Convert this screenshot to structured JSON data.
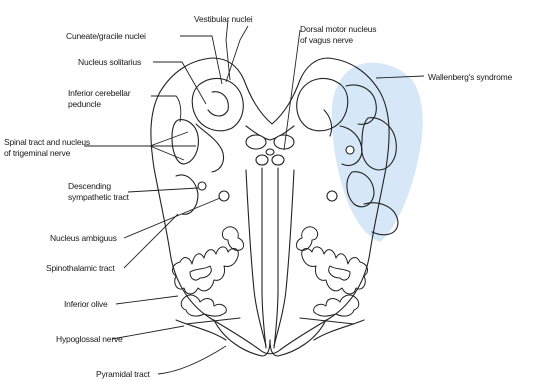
{
  "diagram": {
    "labels": {
      "cuneate_gracile": "Cuneate/gracile nuclei",
      "nucleus_solitarius": "Nucleus solitarius",
      "inferior_cerebellar_1": "Inferior cerebellar",
      "inferior_cerebellar_2": "peduncle",
      "spinal_tract_1": "Spinal tract and nucleus",
      "spinal_tract_2": "of trigeminal nerve",
      "descending_1": "Descending",
      "descending_2": "sympathetic tract",
      "nucleus_ambiguus": "Nucleus ambiguus",
      "spinothalamic": "Spinothalamic tract",
      "inferior_olive": "Inferior olive",
      "hypoglossal": "Hypoglossal nerve",
      "pyramidal": "Pyramidal tract",
      "vestibular": "Vestibular nuclei",
      "dorsal_motor_1": "Dorsal motor nucleus",
      "dorsal_motor_2": "of vagus nerve",
      "wallenberg": "Wallenberg's syndrome"
    },
    "colors": {
      "lesion_fill": "#d6e8f8",
      "outline": "#222222",
      "background": "#ffffff"
    }
  }
}
